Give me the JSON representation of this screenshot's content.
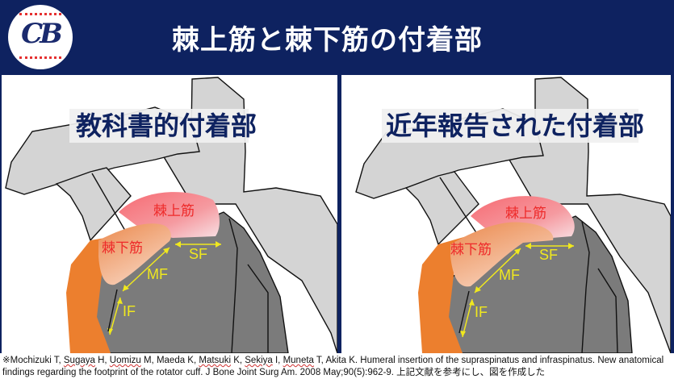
{
  "header": {
    "logo_text": "CB",
    "title": "棘上筋と棘下筋の付着部"
  },
  "panels": [
    {
      "subtitle": "教科書的付着部",
      "labels": {
        "supraspinatus": "棘上筋",
        "infraspinatus": "棘下筋",
        "sf": "SF",
        "mf": "MF",
        "if": "IF"
      }
    },
    {
      "subtitle": "近年報告された付着部",
      "labels": {
        "supraspinatus": "棘上筋",
        "infraspinatus": "棘下筋",
        "sf": "SF",
        "mf": "MF",
        "if": "IF"
      }
    }
  ],
  "citation": {
    "prefix": "※Mochizuki T, ",
    "a1": "Sugaya",
    "t1": " H, ",
    "a2": "Uomizu",
    "t2": " M, Maeda K, ",
    "a3": "Matsuki",
    "t3": " K, ",
    "a4": "Sekiya",
    "t4": " I, ",
    "a5": "Muneta",
    "t5": " T, ",
    "a6": "Akita",
    "rest": " K. Humeral insertion of the supraspinatus and infraspinatus. New anatomical findings regarding the footprint of the rotator cuff. J Bone Joint Surg Am. 2008 May;90(5):962-9. 上記文献を参考にし、図を作成した"
  },
  "colors": {
    "navy": "#0e2260",
    "bone_light": "#d4d4d4",
    "humerus": "#7b7b7b",
    "humerus_dark": "#5e5e5e",
    "deltoid_orange": "#ec7f2e",
    "supraspinatus_pink": "#f77a80",
    "infraspinatus_peach": "#f0a070",
    "footprint_yellow": "#f0e81e",
    "label_red": "#ee2a2a"
  }
}
